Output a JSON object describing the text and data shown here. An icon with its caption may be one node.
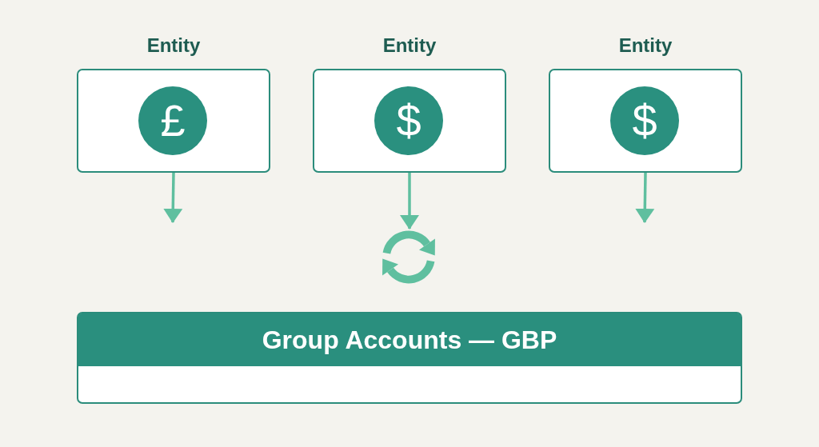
{
  "diagram": {
    "nodes": [
      {
        "text": [
          "Entity"
        ]
      },
      {
        "text": [
          "£"
        ],
        "in": 0
      },
      {
        "text": [
          "Entity"
        ]
      },
      {
        "text": [
          "$"
        ],
        "in": 2
      },
      {
        "text": [
          "Entity"
        ]
      },
      {
        "text": [
          "$"
        ],
        "in": 4
      },
      {
        "text": [],
        "shape": "picture"
      },
      {
        "text": [
          "Group Accounts — GBP"
        ]
      }
    ],
    "edges": [
      {
        "from": 0,
        "to": null,
        "arrow": "to"
      },
      {
        "from": 2,
        "to": 6,
        "arrow": "to"
      },
      {
        "from": 4,
        "to": null,
        "arrow": "to"
      }
    ]
  }
}
